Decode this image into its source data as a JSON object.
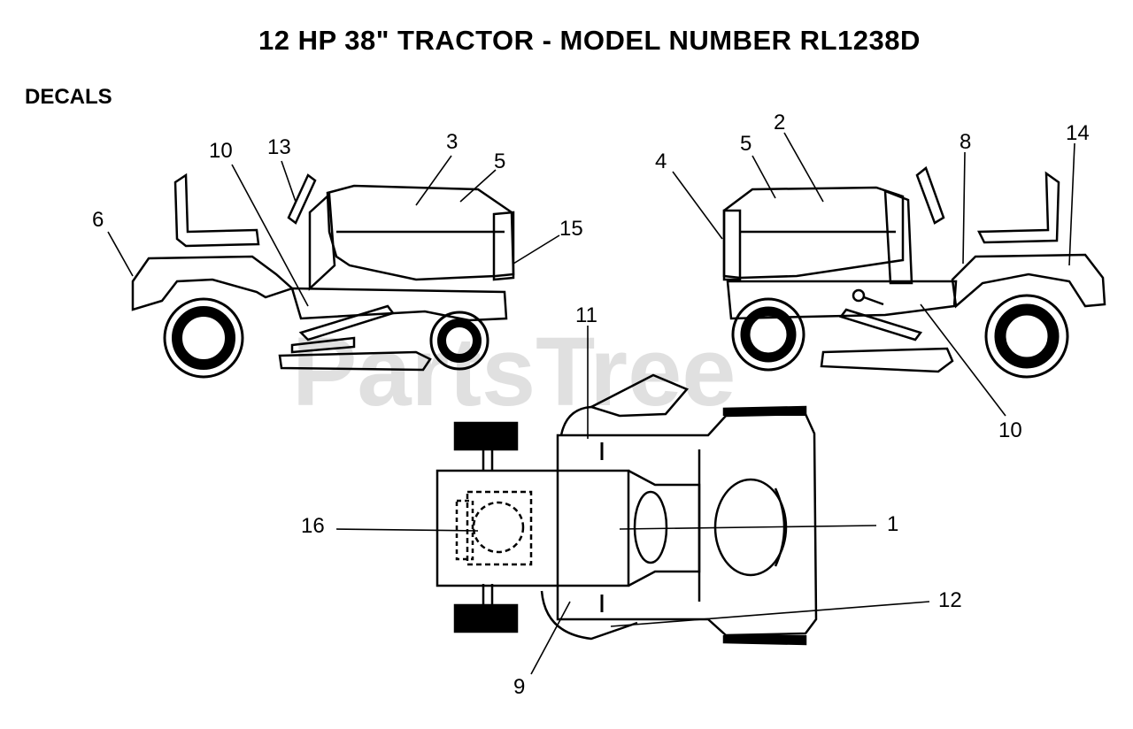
{
  "header": {
    "title": "12 HP 38\" TRACTOR - MODEL NUMBER RL1238D",
    "section": "DECALS"
  },
  "watermark": "PartsTree",
  "callouts": {
    "left_view": [
      "10",
      "13",
      "3",
      "5",
      "6",
      "15"
    ],
    "right_view": [
      "4",
      "5",
      "2",
      "8",
      "14",
      "10"
    ],
    "top_view": [
      "11",
      "16",
      "1",
      "12",
      "9"
    ]
  },
  "colors": {
    "line": "#000000",
    "background": "#ffffff",
    "watermark": "#c8c8c8"
  }
}
